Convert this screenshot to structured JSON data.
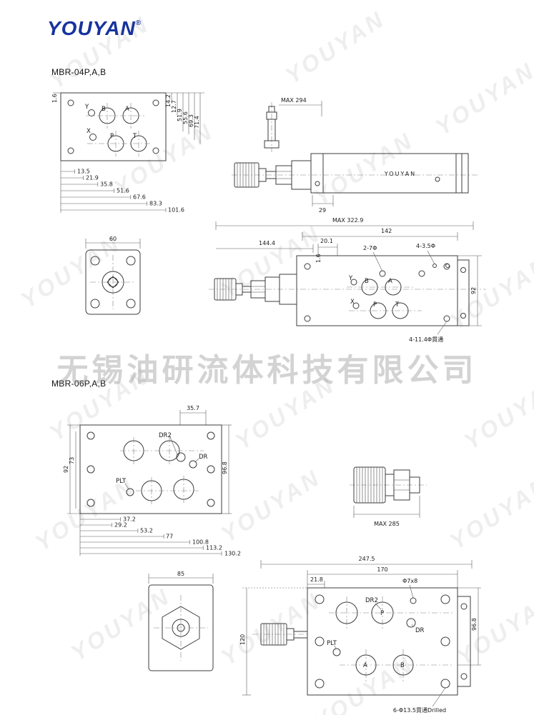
{
  "logo": {
    "brand": "YOUYAN",
    "reg": "®"
  },
  "watermarks": {
    "brand": "YOUYAN",
    "company": "无锡油研流体科技有限公司"
  },
  "section1": {
    "title": "MBR-04P,A,B"
  },
  "section2": {
    "title": "MBR-06P,A,B"
  },
  "ports": {
    "y": "Y",
    "b": "B",
    "a": "A",
    "x": "X",
    "p": "P",
    "t": "T"
  },
  "d04_top": {
    "dim_left": "1.6",
    "dim_v1": "14.2",
    "dim_v2": "12.7",
    "dim_v3": "51.9",
    "dim_v4": "55.6",
    "dim_v5": "69.3",
    "dim_v6": "71.4",
    "dim_h1": "13.5",
    "dim_h2": "21.9",
    "dim_h3": "35.8",
    "dim_h4": "51.6",
    "dim_h5": "67.6",
    "dim_h6": "83.3",
    "dim_h7": "101.6"
  },
  "d04_valve": {
    "dim_max": "MAX 294",
    "body_brand": "YOUYAN",
    "dim_29": "29"
  },
  "d04_flange": {
    "dim_60": "60"
  },
  "d04_side": {
    "dim_max": "MAX 322.9",
    "dim_142": "142",
    "dim_1444": "144.4",
    "dim_201": "20.1",
    "holes_2_7": "2-7Φ",
    "holes_4_35": "4-3.5Φ",
    "dim_16": "1.6",
    "dim_92": "92",
    "through": "4-11.4Φ貫通"
  },
  "d06_top": {
    "dim_357": "35.7",
    "label_dr2": "DR2",
    "label_dr": "DR",
    "label_plt": "PLT",
    "dim_92": "92",
    "dim_73": "73",
    "dim_968": "96.8",
    "dim_h1": "37.2",
    "dim_h2": "29.2",
    "dim_h3": "53.2",
    "dim_h4": "77",
    "dim_h5": "100.8",
    "dim_h6": "113.2",
    "dim_h7": "130.2"
  },
  "d06_cartridge": {
    "dim_max": "MAX 285"
  },
  "d06_flange": {
    "dim_85": "85"
  },
  "d06_side": {
    "dim_2475": "247.5",
    "dim_170": "170",
    "dim_218": "21.8",
    "holes_7x8": "Φ7x8",
    "label_dr2": "DR2",
    "label_dr": "DR",
    "label_plt": "PLT",
    "label_p": "P",
    "label_a": "A",
    "label_b": "B",
    "dim_120": "120",
    "dim_968": "96.8",
    "through": "6-Φ13.5貫通Drilled"
  }
}
